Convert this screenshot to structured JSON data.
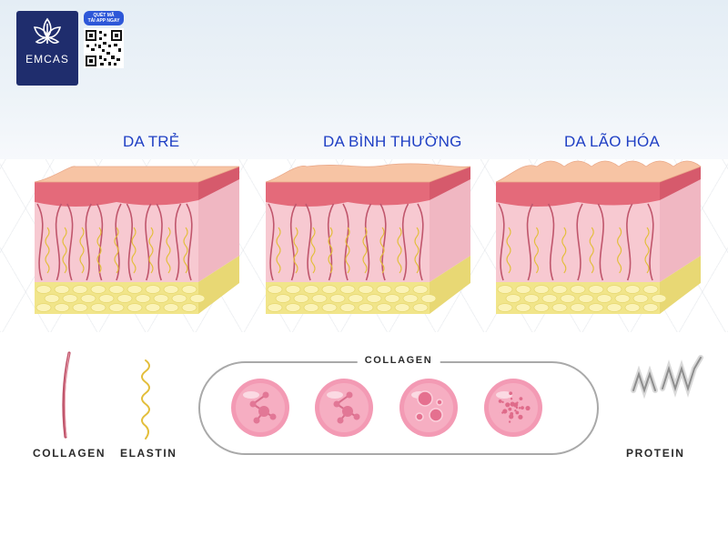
{
  "brand": {
    "logo_text": "EMCAS",
    "qr_caption_line1": "QUÉT MÃ",
    "qr_caption_line2": "TẢI APP NGAY"
  },
  "skin_stages": [
    {
      "title": "DA TRẺ"
    },
    {
      "title": "DA BÌNH THƯỜNG"
    },
    {
      "title": "DA LÃO HÓA"
    }
  ],
  "legend": {
    "collagen_label": "COLLAGEN",
    "elastin_label": "ELASTIN",
    "protein_label": "PROTEIN",
    "collagen_group_title": "COLLAGEN"
  },
  "colors": {
    "title_blue": "#1f3fc4",
    "epidermis": "#f7c4a4",
    "dermis": "#f7c9d1",
    "fiber_collagen": "#c0566c",
    "fiber_elastin": "#e3be3a",
    "fat": "#f1e58a",
    "collagen_cell": "#f39ab4"
  }
}
